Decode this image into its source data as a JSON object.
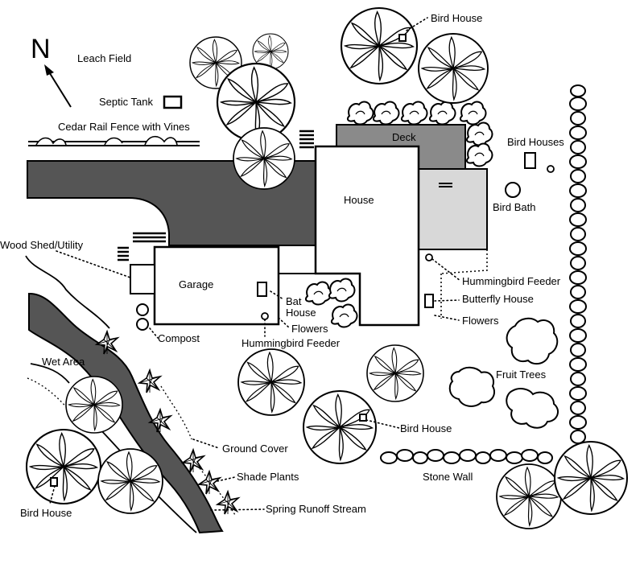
{
  "diagram": {
    "north_label": "N",
    "labels": {
      "leach_field": "Leach Field",
      "septic_tank": "Septic Tank",
      "cedar_fence": "Cedar Rail Fence with Vines",
      "bird_house_top": "Bird House",
      "bird_houses": "Bird Houses",
      "deck": "Deck",
      "house": "House",
      "bird_bath": "Bird Bath",
      "wood_shed": "Wood Shed/Utility",
      "garage": "Garage",
      "bat_house": "Bat House",
      "flowers_center": "Flowers",
      "compost": "Compost",
      "hummingbird_feeder_center": "Hummingbird Feeder",
      "hummingbird_feeder_right": "Hummingbird Feeder",
      "butterfly_house": "Butterfly House",
      "flowers_right": "Flowers",
      "fruit_trees": "Fruit Trees",
      "wet_area": "Wet Area",
      "bird_house_center": "Bird House",
      "ground_cover": "Ground Cover",
      "shade_plants": "Shade Plants",
      "stone_wall": "Stone Wall",
      "spring_runoff_stream": "Spring Runoff Stream",
      "bird_house_left": "Bird House"
    },
    "colors": {
      "driveway": "#555555",
      "deck": "#8a8a8a",
      "patio": "#d8d8d8",
      "stream": "#555555",
      "outline": "#000000"
    }
  }
}
